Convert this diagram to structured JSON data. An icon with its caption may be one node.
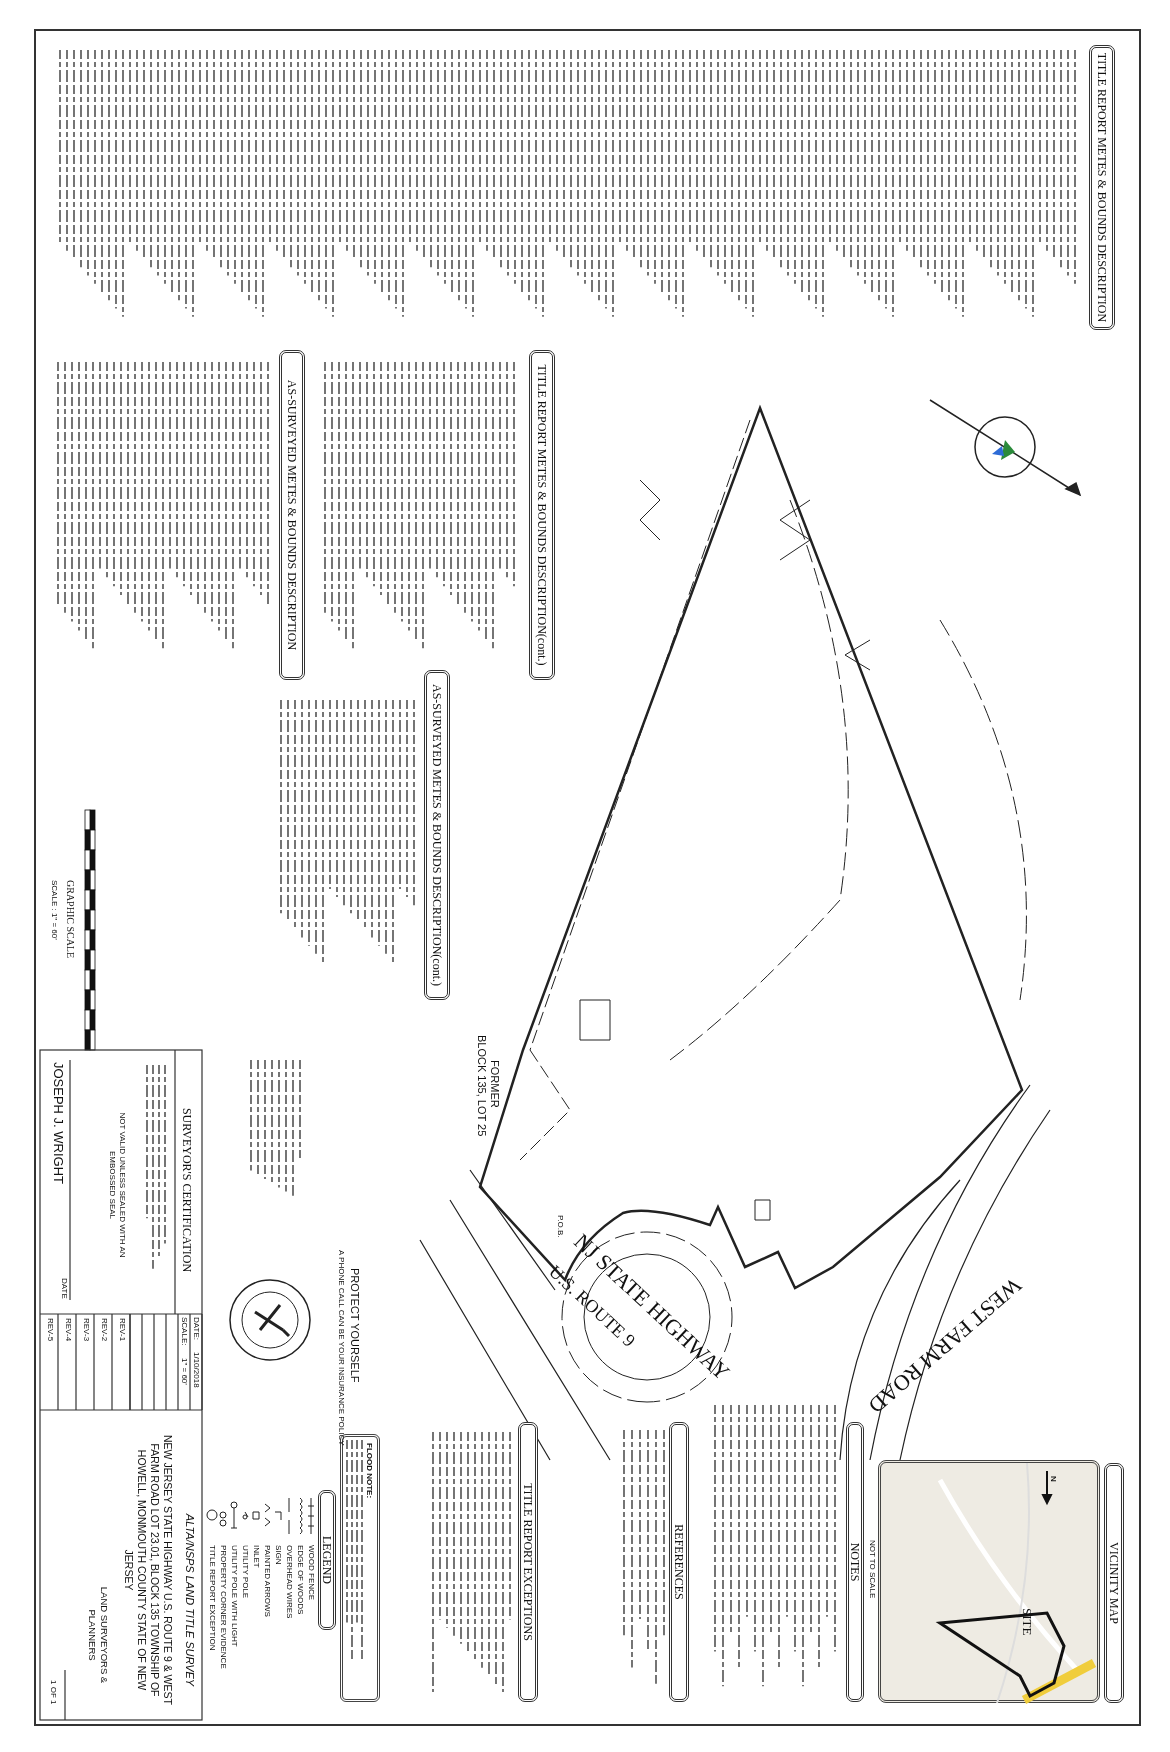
{
  "diagram": {
    "nodes": [
      {
        "text": [
          "TITLE REPORT METES & BOUNDS DESCRIPTION"
        ]
      },
      {
        "text": [
          "TITLE REPORT METES & BOUNDS DESCRIPTION(cont.)"
        ]
      },
      {
        "text": [
          "AS-SURVEYED METES & BOUNDS DESCRIPTION"
        ]
      },
      {
        "text": [
          "AS-SURVEYED METES & BOUNDS DESCRIPTION(cont.)"
        ]
      },
      {
        "text": [
          "VICINITY MAP"
        ]
      },
      {
        "text": [
          "SITE"
        ]
      },
      {
        "text": [
          "NOTES"
        ]
      },
      {
        "text": [
          "REFERENCES"
        ]
      },
      {
        "text": [
          "TITLE REPORT EXCEPTIONS"
        ]
      },
      {
        "text": [
          "FLOOD NOTE:"
        ]
      },
      {
        "text": [
          "LEGEND"
        ]
      },
      {
        "text": [
          "SURVEYOR'S CERTIFICATION",
          "NOT VALID UNLESS SEALED WITH AN EMBOSSED SEAL"
        ]
      },
      {
        "text": [
          "ALTA/NSPS LAND TITLE SURVEY",
          "NEW JERSEY STATE HIGHWAY U.S. ROUTE 9 & WEST FARM ROAD LOT 23.01, BLOCK 135 TOWNSHIP OF HOWELL, MONMOUTH COUNTY STATE OF NEW JERSEY",
          "LAND SURVEYORS & PLANNERS"
        ]
      }
    ],
    "labels": [
      "NOT TO SCALE",
      "N",
      "WEST FARM ROAD",
      "NJ STATE HIGHWAY",
      "U.S. ROUTE 9",
      "FORMER",
      "BLOCK 135, LOT 25",
      "P.O.B.",
      "PROTECT YOURSELF",
      "A PHONE CALL CAN BE YOUR INSURANCE POLICY",
      "JOSEPH J. WRIGHT",
      "DATE",
      "DATE:",
      "1/10/2018",
      "SCALE:",
      "1\" = 60'",
      "REV-1",
      "REV-2",
      "REV-3",
      "REV-4",
      "REV-5",
      "GRAPHIC SCALE",
      "SCALE : 1\" = 60'",
      "1 OF 1"
    ],
    "legend": [
      {
        "text": "WOOD FENCE"
      },
      {
        "text": "EDGE OF WOODS"
      },
      {
        "text": "OVERHEAD WIRES"
      },
      {
        "text": "SIGN"
      },
      {
        "text": "PAINTED ARROWS"
      },
      {
        "text": "INLET"
      },
      {
        "text": "UTILITY POLE"
      },
      {
        "text": "UTILITY POLE WITH LIGHT"
      },
      {
        "text": "PROPERTY CORNER EVIDENCE"
      },
      {
        "text": "TITLE REPORT EXCEPTION"
      }
    ]
  }
}
